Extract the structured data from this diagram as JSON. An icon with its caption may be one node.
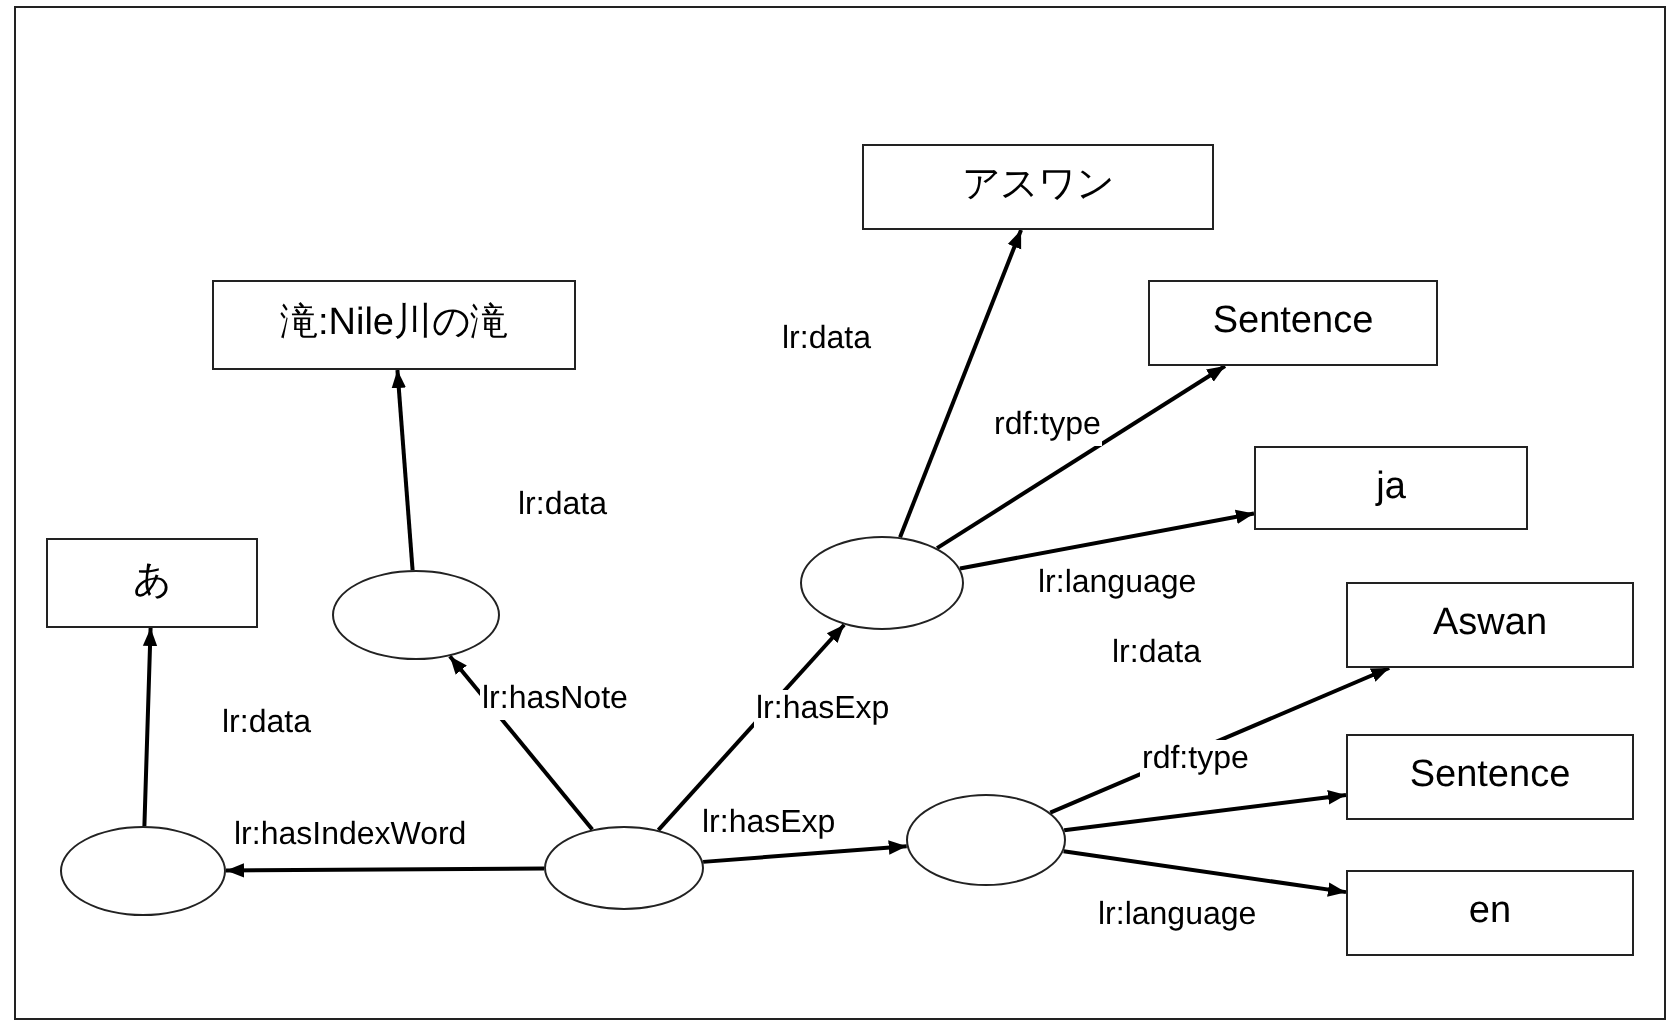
{
  "diagram": {
    "nodes": [
      {
        "text": [
          "アスワン"
        ]
      },
      {
        "text": [
          "滝:Nile川の滝"
        ]
      },
      {
        "text": [
          "Sentence"
        ]
      },
      {
        "text": [
          "ja"
        ]
      },
      {
        "text": [
          "あ"
        ]
      },
      {
        "text": [],
        "shape": "circle"
      },
      {
        "text": [],
        "shape": "circle"
      },
      {
        "text": [
          "Aswan"
        ]
      },
      {
        "text": [
          "Sentence"
        ]
      },
      {
        "text": [],
        "shape": "circle"
      },
      {
        "text": [],
        "shape": "circle"
      },
      {
        "text": [],
        "shape": "circle"
      },
      {
        "text": [
          "en"
        ]
      }
    ],
    "edges": [
      {
        "from": 9,
        "to": 10,
        "arrow": "to",
        "label": "lr:hasIndexWord"
      },
      {
        "from": 10,
        "to": 4,
        "arrow": "to",
        "label": "lr:data"
      },
      {
        "from": 9,
        "to": 5,
        "arrow": "to",
        "label": "lr:hasNote"
      },
      {
        "from": 5,
        "to": 1,
        "arrow": "to",
        "label": "lr:data"
      },
      {
        "from": 9,
        "to": 6,
        "arrow": "to",
        "label": "lr:hasExp"
      },
      {
        "from": 9,
        "to": 11,
        "arrow": "to",
        "label": "lr:hasExp"
      },
      {
        "from": 6,
        "to": 0,
        "arrow": "to",
        "label": "lr:data"
      },
      {
        "from": 6,
        "to": 2,
        "arrow": "to",
        "label": "rdf:type"
      },
      {
        "from": 6,
        "to": 3,
        "arrow": "to",
        "label": "lr:language"
      },
      {
        "from": 11,
        "to": 7,
        "arrow": "to",
        "label": "lr:data"
      },
      {
        "from": 11,
        "to": 8,
        "arrow": "to",
        "label": "rdf:type"
      },
      {
        "from": 11,
        "to": 12,
        "arrow": "to",
        "label": "lr:language"
      }
    ]
  }
}
